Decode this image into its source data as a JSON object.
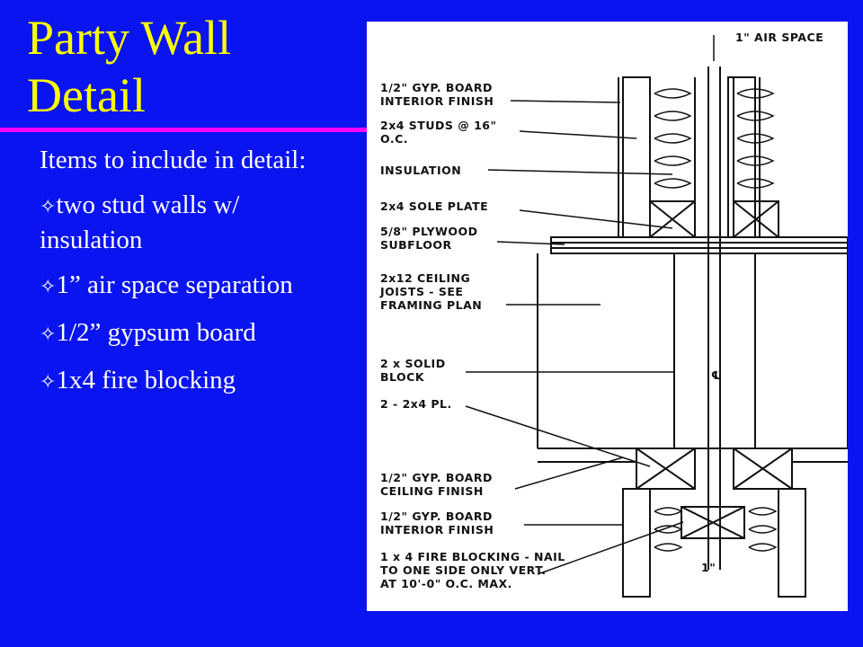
{
  "slide": {
    "title_line1": "Party Wall",
    "title_line2": "Detail",
    "intro": "Items to include in detail:",
    "bullet_glyph": "✧",
    "bullets": [
      "two stud walls w/ insulation",
      "1” air space separation",
      "1/2” gypsum board",
      "1x4 fire blocking"
    ]
  },
  "drawing": {
    "labels": {
      "air_space_top": "1\" AIR SPACE",
      "gyp_interior_1": "1/2\" GYP. BOARD",
      "gyp_interior_2": "INTERIOR FINISH",
      "studs_1": "2x4 STUDS @ 16\"",
      "studs_2": "O.C.",
      "insulation": "INSULATION",
      "sole_plate": "2x4 SOLE PLATE",
      "plywood_1": "5/8\" PLYWOOD",
      "plywood_2": "SUBFLOOR",
      "joists_1": "2x12 CEILING",
      "joists_2": "JOISTS - SEE",
      "joists_3": "FRAMING PLAN",
      "solid_block_1": "2 x SOLID",
      "solid_block_2": "BLOCK",
      "top_plate": "2 - 2x4 PL.",
      "gyp_ceiling_1": "1/2\" GYP. BOARD",
      "gyp_ceiling_2": "CEILING FINISH",
      "gyp_interior_b1": "1/2\" GYP. BOARD",
      "gyp_interior_b2": "INTERIOR FINISH",
      "fire_block_1": "1 x 4 FIRE BLOCKING - NAIL",
      "fire_block_2": "TO ONE SIDE ONLY VERT.",
      "fire_block_3": "AT 10'-0\" O.C. MAX.",
      "air_space_bottom": "1\"",
      "centerline": "℄"
    }
  }
}
